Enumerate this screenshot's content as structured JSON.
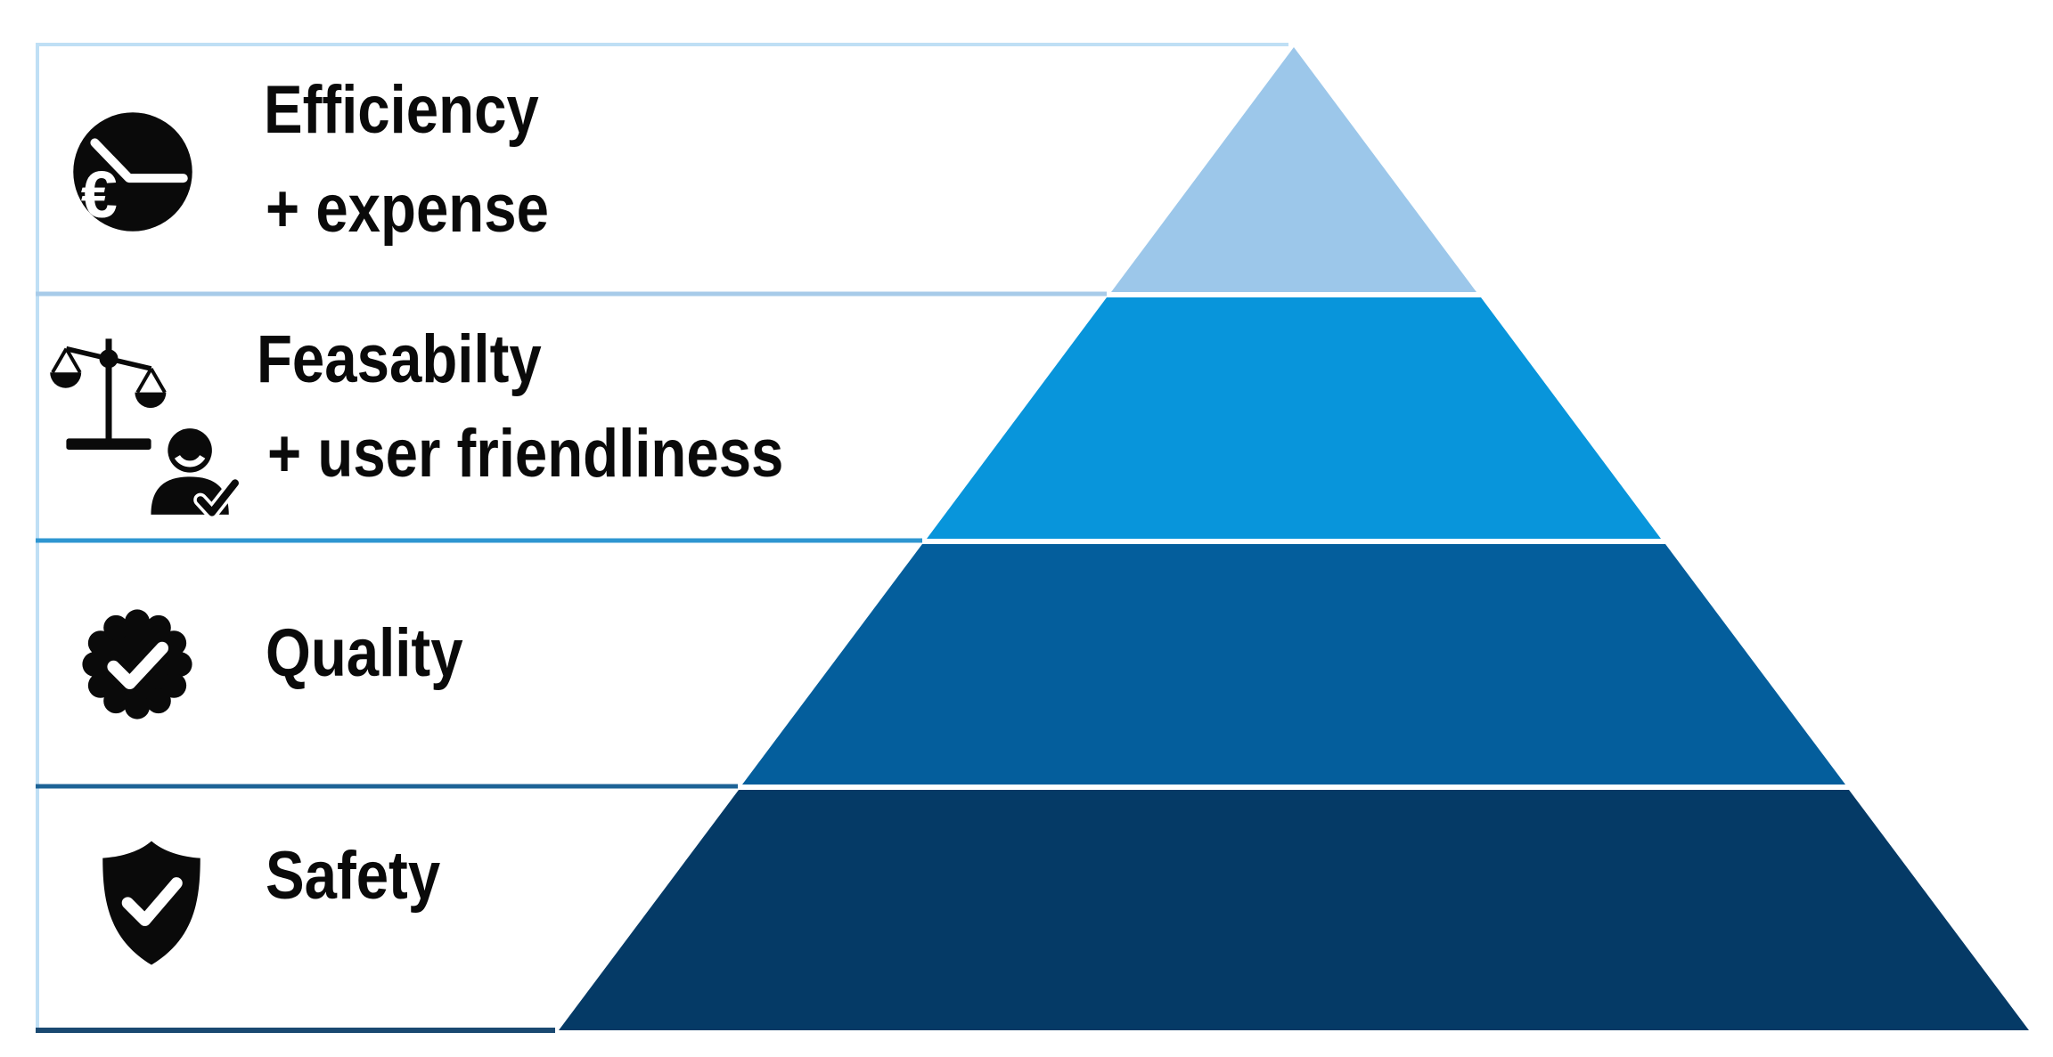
{
  "pyramid": {
    "type": "pyramid-diagram",
    "levels": [
      {
        "title": "Efficiency",
        "subtitle": "+ expense",
        "icons": [
          "euro-clock-icon"
        ],
        "fill": "#9CC7EA",
        "divider_color": "#A7CBE9"
      },
      {
        "title": "Feasabilty",
        "subtitle": "+ user friendliness",
        "icons": [
          "balance-scale-icon",
          "user-check-icon"
        ],
        "fill": "#0895DB",
        "divider_color": "#2E96D1"
      },
      {
        "title": "Quality",
        "icons": [
          "quality-badge-icon"
        ],
        "fill": "#045E9C",
        "divider_color": "#1D6396"
      },
      {
        "title": "Safety",
        "icons": [
          "shield-check-icon"
        ],
        "fill": "#053A66",
        "divider_color": "#1A4971"
      }
    ],
    "frame": {
      "background": "#FFFFFF",
      "top_border_color": "#BFDFF5",
      "left_border_color": "#BFDFF5",
      "text_color": "#0A0A0A"
    }
  }
}
